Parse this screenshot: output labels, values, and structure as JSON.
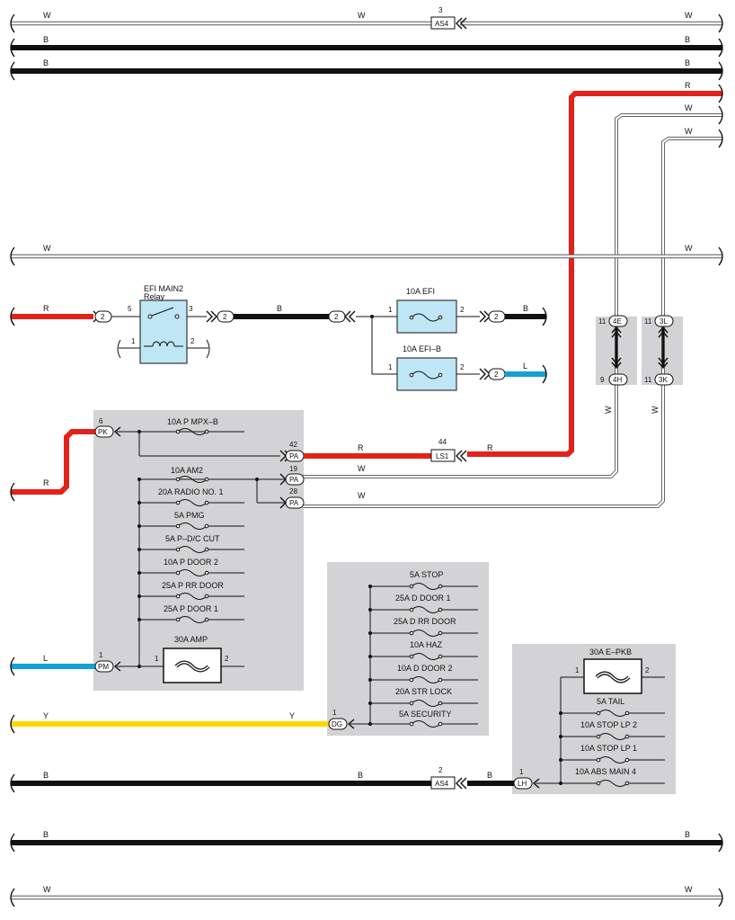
{
  "wire_colors": {
    "W": "#ffffff",
    "B": "#111111",
    "R": "#e2231a",
    "L": "#14a0dc",
    "Y": "#ffd700"
  },
  "labels": {
    "W": "W",
    "B": "B",
    "R": "R",
    "L": "L",
    "Y": "Y"
  },
  "connectors": {
    "as4_top_pin": "3",
    "as4_top": "AS4",
    "as4_bottom_pin": "2",
    "as4_bottom": "AS4",
    "c2": "2",
    "pk_pin": "6",
    "pk": "PK",
    "pa_42_pin": "42",
    "pa_19_pin": "19",
    "pa_28_pin": "28",
    "pa": "PA",
    "ls1_pin": "44",
    "ls1": "LS1",
    "pm_pin": "1",
    "pm": "PM",
    "dg_pin": "1",
    "dg": "DG",
    "lh_pin": "1",
    "lh": "LH",
    "c4e_pin": "11",
    "c4e": "4E",
    "c4h_pin": "9",
    "c4h": "4H",
    "c3l_pin": "11",
    "c3l": "3L",
    "c3k_pin": "11",
    "c3k": "3K"
  },
  "relay": {
    "name": "EFI MAIN2",
    "sub": "Relay",
    "pin1": "1",
    "pin2": "2",
    "pin3": "3",
    "pin5": "5"
  },
  "fuses": {
    "efi": "10A EFI",
    "efi_b": "10A EFI–B",
    "p_mpx_b": "10A P MPX–B",
    "am2": "10A AM2",
    "radio": "20A RADIO NO. 1",
    "pmg": "5A PMG",
    "pdc_cut": "5A P–D/C CUT",
    "p_door2": "10A P DOOR 2",
    "p_rr_door": "25A P RR DOOR",
    "p_door1": "25A P DOOR 1",
    "amp": "30A AMP",
    "stop": "5A STOP",
    "d_door1": "25A D DOOR 1",
    "d_rr_door": "25A D RR DOOR",
    "haz": "10A HAZ",
    "d_door2": "10A D DOOR 2",
    "str_lock": "20A STR LOCK",
    "security": "5A SECURITY",
    "e_pkb": "30A E–PKB",
    "tail": "5A TAIL",
    "stop_lp2": "10A STOP LP 2",
    "stop_lp1": "10A STOP LP 1",
    "abs_main4": "10A ABS MAIN 4"
  },
  "pins": {
    "p1": "1",
    "p2": "2"
  }
}
